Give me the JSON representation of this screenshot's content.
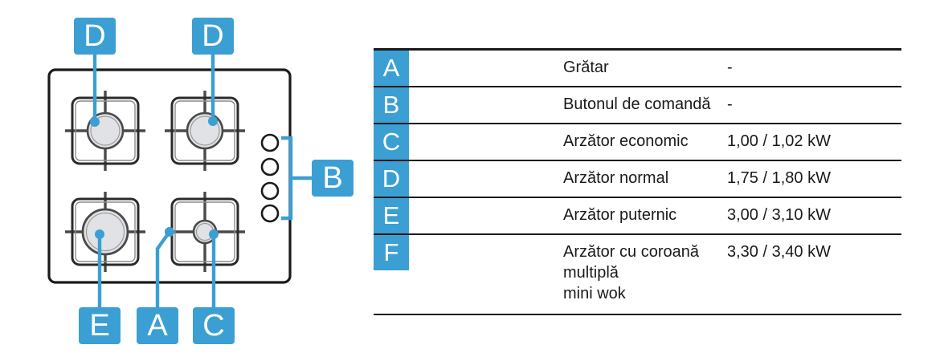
{
  "accent_color": "#3b9fd3",
  "line_color": "#1a1a1a",
  "burner_fill": "#e0e2e5",
  "diagram": {
    "name": "gas-hob-top-view",
    "callouts": [
      {
        "id": "d-top-left",
        "label": "D"
      },
      {
        "id": "d-top-right",
        "label": "D"
      },
      {
        "id": "b-knobs",
        "label": "B"
      },
      {
        "id": "e-bottom-left",
        "label": "E"
      },
      {
        "id": "a-grate",
        "label": "A"
      },
      {
        "id": "c-bottom-right",
        "label": "C"
      }
    ],
    "burner_count": 4,
    "knob_count": 4
  },
  "table": {
    "rows": [
      {
        "badge": "A",
        "name": "Grătar",
        "name2": "",
        "value": "-"
      },
      {
        "badge": "B",
        "name": "Butonul de comandă",
        "name2": "",
        "value": "-"
      },
      {
        "badge": "C",
        "name": "Arzător economic",
        "name2": "",
        "value": "1,00 / 1,02 kW"
      },
      {
        "badge": "D",
        "name": "Arzător normal",
        "name2": "",
        "value": "1,75 / 1,80 kW"
      },
      {
        "badge": "E",
        "name": "Arzător puternic",
        "name2": "",
        "value": "3,00 / 3,10 kW"
      },
      {
        "badge": "F",
        "name": "Arzător cu coroană multiplă",
        "name2": "mini wok",
        "value": "3,30 / 3,40 kW"
      }
    ]
  }
}
